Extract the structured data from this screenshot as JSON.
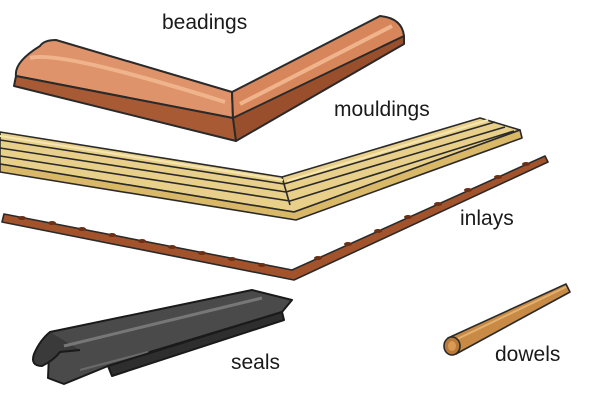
{
  "labels": {
    "beadings": "beadings",
    "mouldings": "mouldings",
    "inlays": "inlays",
    "seals": "seals",
    "dowels": "dowels"
  },
  "colors": {
    "beading": "#d88b5a",
    "moulding": "#e8d08a",
    "inlay": "#a2532c",
    "seal": "#4a4a4a",
    "dowel": "#c88a45",
    "outline": "#2a2a2a"
  }
}
